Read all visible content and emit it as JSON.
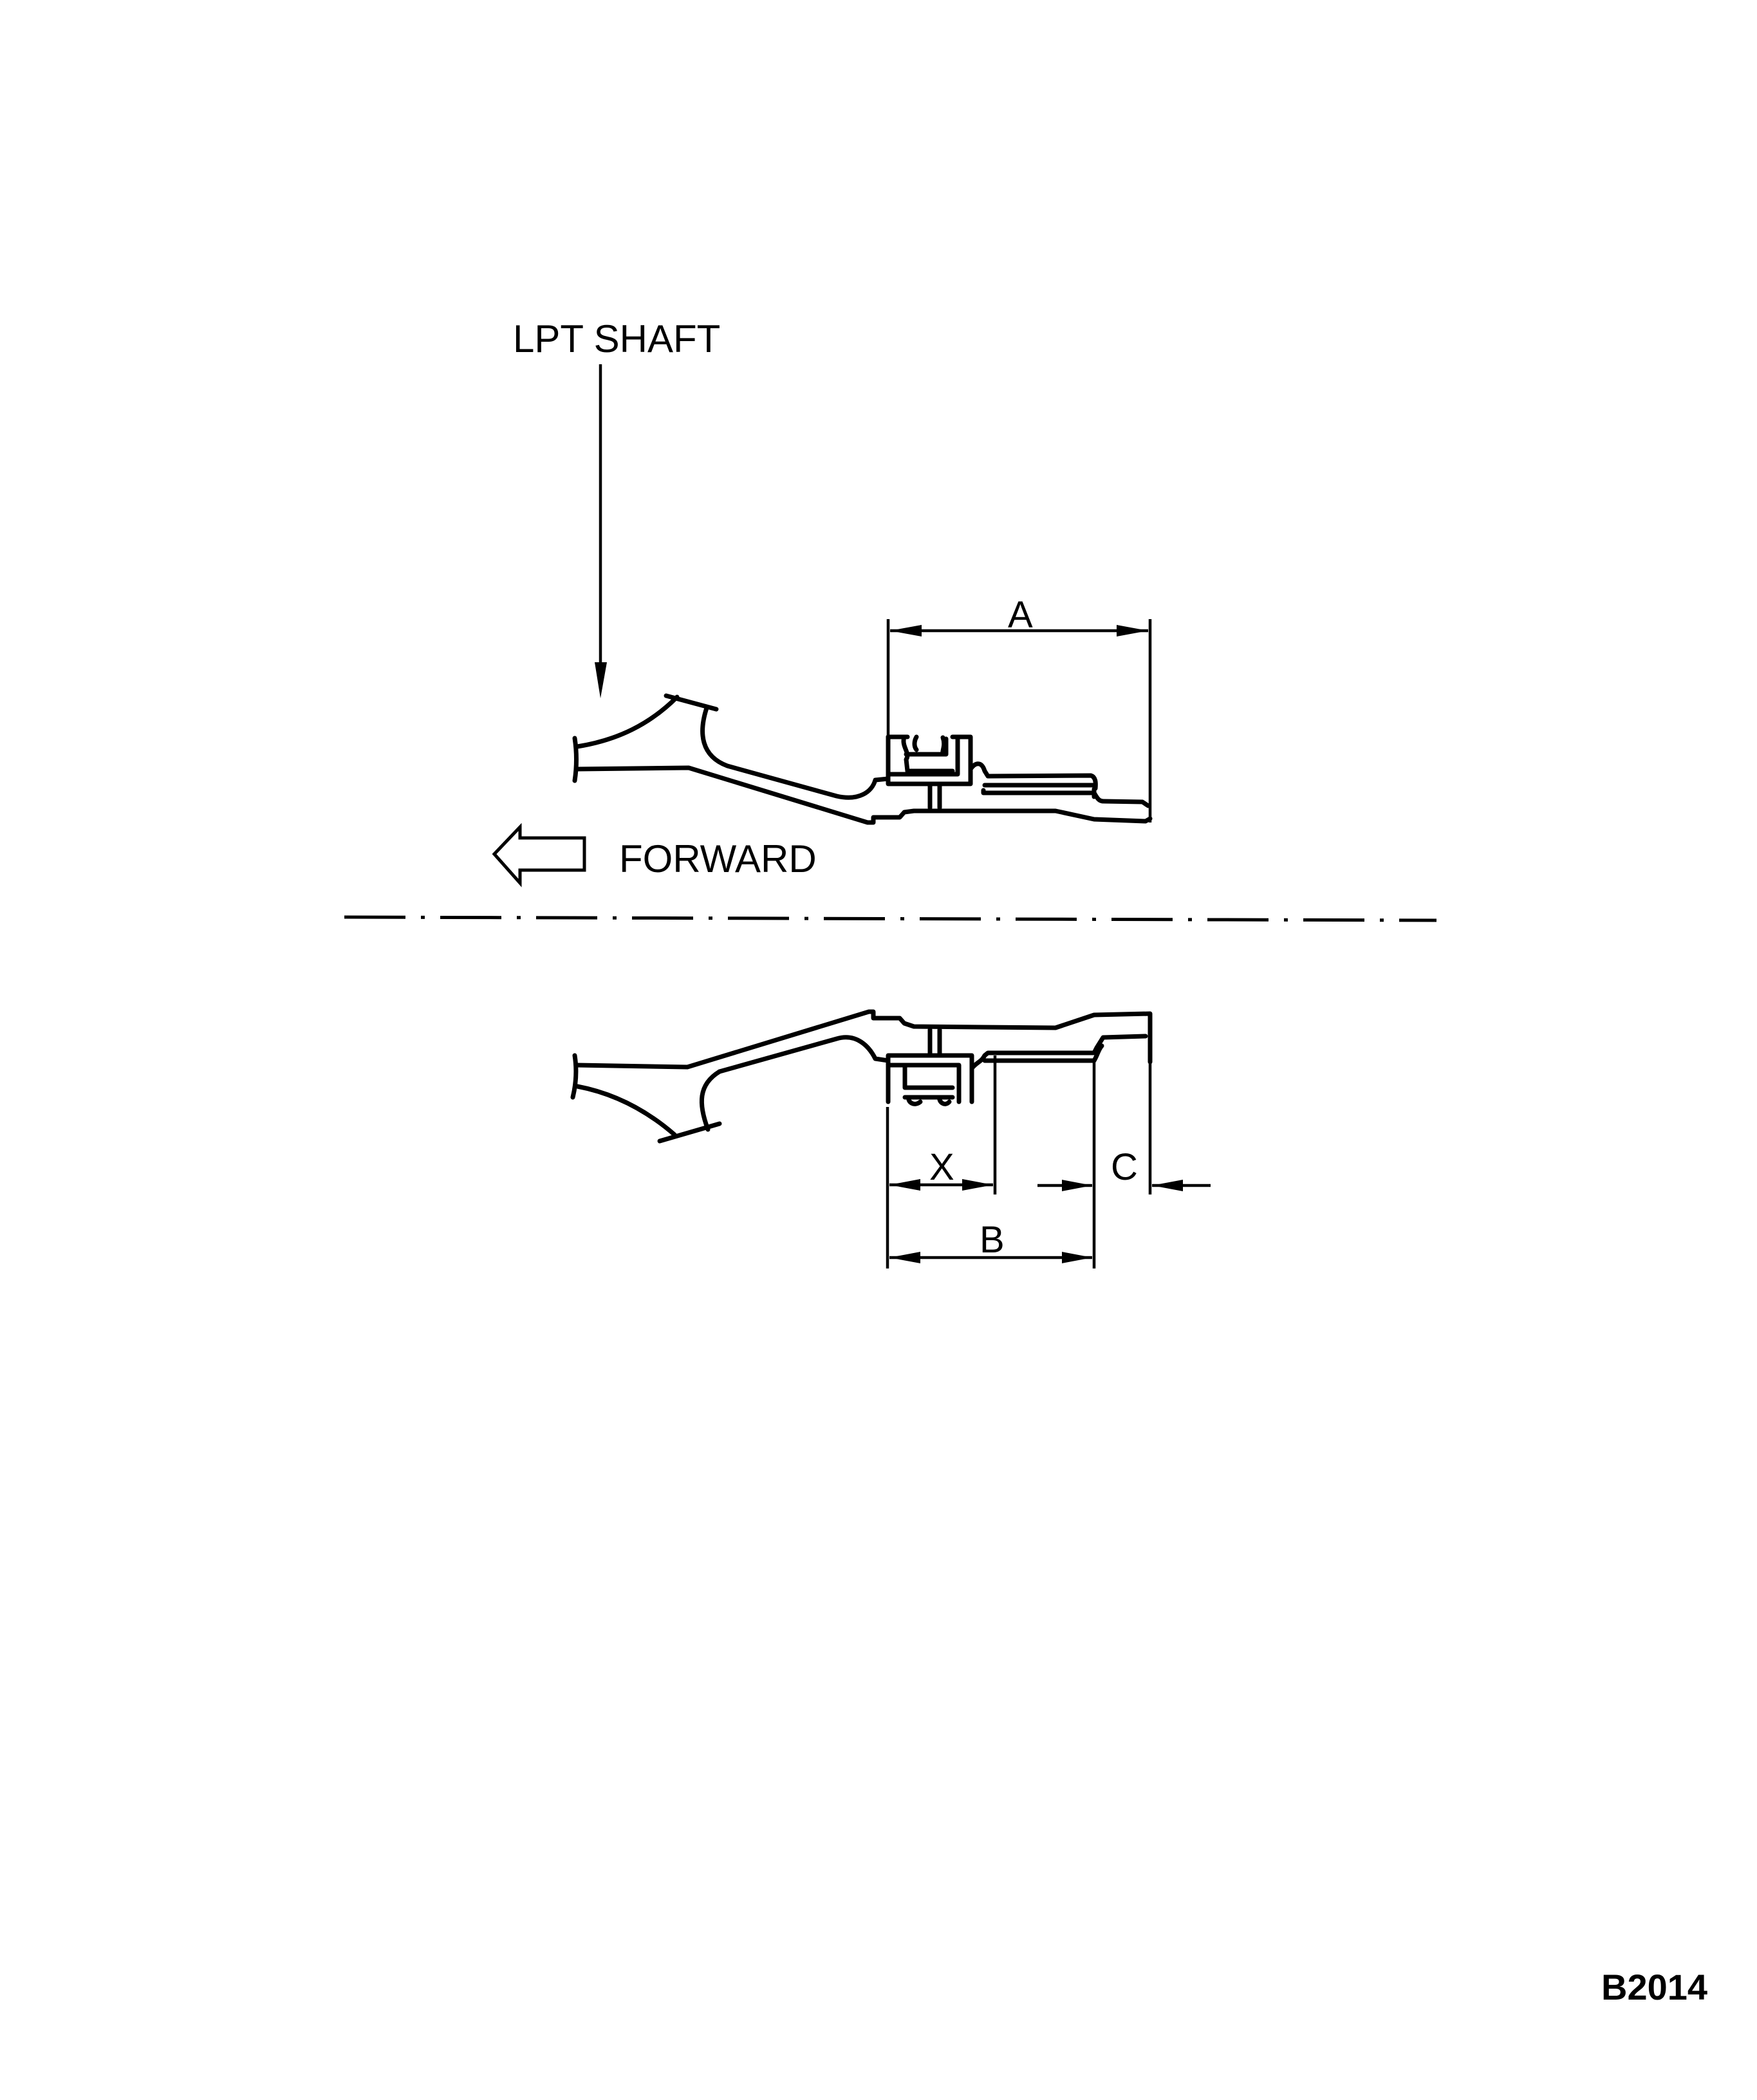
{
  "figure": {
    "id_label": "B2014",
    "description": "LPT shaft section with dimension references"
  },
  "labels": {
    "lpt_shaft": "LPT SHAFT",
    "forward": "FORWARD"
  },
  "dimensions": {
    "a": "A",
    "b": "B",
    "c": "C",
    "x": "X"
  },
  "colors": {
    "ink": "#000000",
    "paper": "#ffffff"
  }
}
